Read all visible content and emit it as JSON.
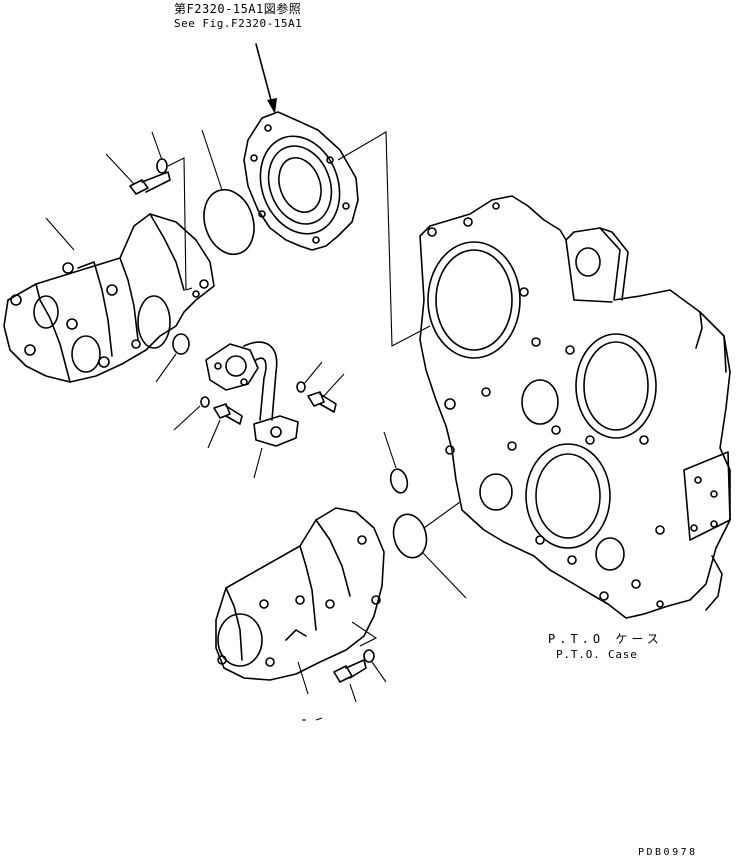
{
  "figure": {
    "reference_jp": "第F2320-15A1図参照",
    "reference_en": "See Fig.F2320-15A1",
    "case_label_jp": "P.T.O ケース",
    "case_label_en": "P.T.O. Case",
    "drawing_code": "PDB0978"
  },
  "colors": {
    "line": "#000000",
    "background": "#ffffff"
  }
}
